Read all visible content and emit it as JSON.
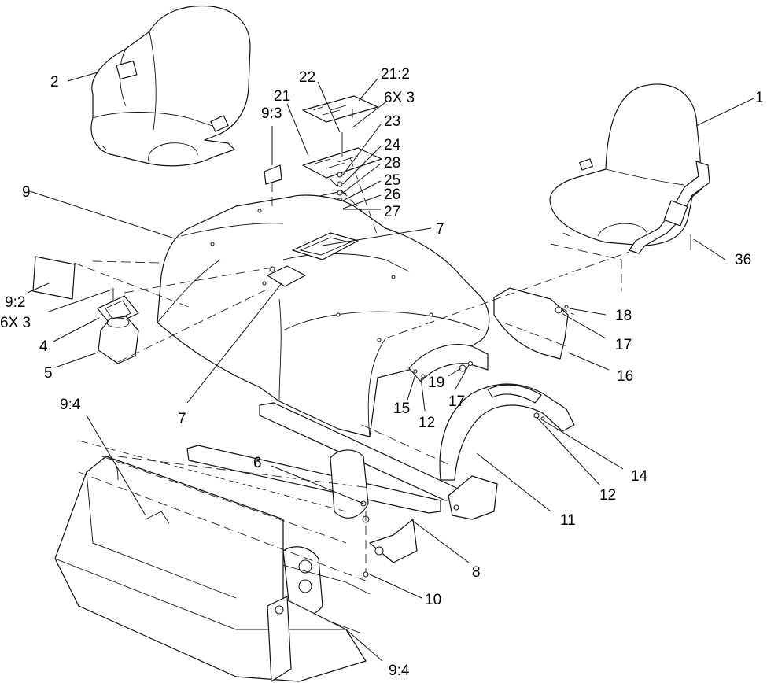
{
  "callouts": {
    "c1": "1",
    "c2": "2",
    "c4": "4",
    "c5": "5",
    "c6": "6",
    "c7a": "7",
    "c7b": "7",
    "c8": "8",
    "c9": "9",
    "c9_2": "9:2",
    "c9_3": "9:3",
    "c9_4a": "9:4",
    "c9_4b": "9:4",
    "c10": "10",
    "c11": "11",
    "c12a": "12",
    "c12b": "12",
    "c14": "14",
    "c15": "15",
    "c16": "16",
    "c17a": "17",
    "c17b": "17",
    "c18": "18",
    "c19": "19",
    "c21": "21",
    "c21_2": "21:2",
    "c22": "22",
    "c23": "23",
    "c24": "24",
    "c25": "25",
    "c26": "26",
    "c27": "27",
    "c28": "28",
    "c36": "36",
    "c6x3a": "6X 3",
    "c6x3b": "6X 3"
  }
}
